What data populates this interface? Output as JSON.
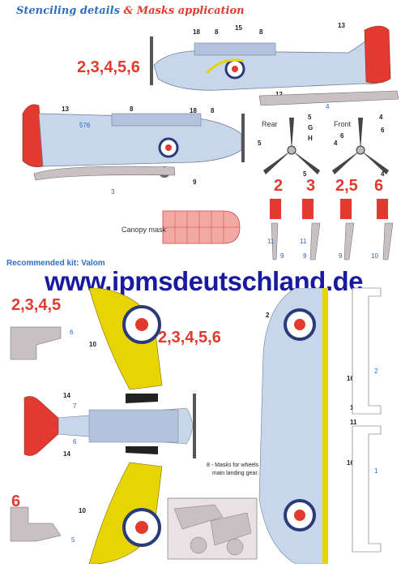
{
  "header": {
    "title_part1": "Stenciling details",
    "title_amp": "&",
    "title_part2": "Masks application"
  },
  "variant_labels": {
    "top_profile": "2,3,4,5,6",
    "planform_top": "2,3,4,5",
    "planform_bottom": "2,3,4,5,6",
    "small_six": "6",
    "panel_2": "2",
    "panel_3": "3",
    "panel_25": "2,5",
    "panel_6": "6"
  },
  "propeller": {
    "rear_label": "Rear",
    "front_label": "Front",
    "letters": [
      "5",
      "G",
      "H",
      "5",
      "5",
      "4",
      "6",
      "4",
      "6",
      "4"
    ]
  },
  "canopy": {
    "label": "Canopy mask"
  },
  "recommended": "Recommended kit: Valom",
  "watermark": "www.ipmsdeutschland.de",
  "wheel_note_line1": "8 - Masks for wheels",
  "wheel_note_line2": "main landing gear.",
  "profile_top_labels": [
    "18",
    "8",
    "15",
    "8",
    "13",
    "12",
    "4"
  ],
  "profile_bottom_labels": [
    "13",
    "8",
    "18",
    "8",
    "576",
    "9",
    "3"
  ],
  "planform_labels": [
    "6",
    "10",
    "14",
    "7",
    "6",
    "14",
    "10",
    "5"
  ],
  "under_labels": [
    "2",
    "2",
    "16",
    "11",
    "11",
    "16",
    "1"
  ],
  "panel_numbers": [
    "11",
    "9",
    "11",
    "9",
    "9",
    "10"
  ],
  "colors": {
    "blue_accent": "#2f6fbf",
    "red_accent": "#e23a2e",
    "aircraft_light_blue": "#c7d6ea",
    "aircraft_yellow": "#e8d400",
    "rudder_red": "#e23a2e",
    "mask_gray": "#c9c0c4",
    "watermark": "#1a1aa0"
  }
}
